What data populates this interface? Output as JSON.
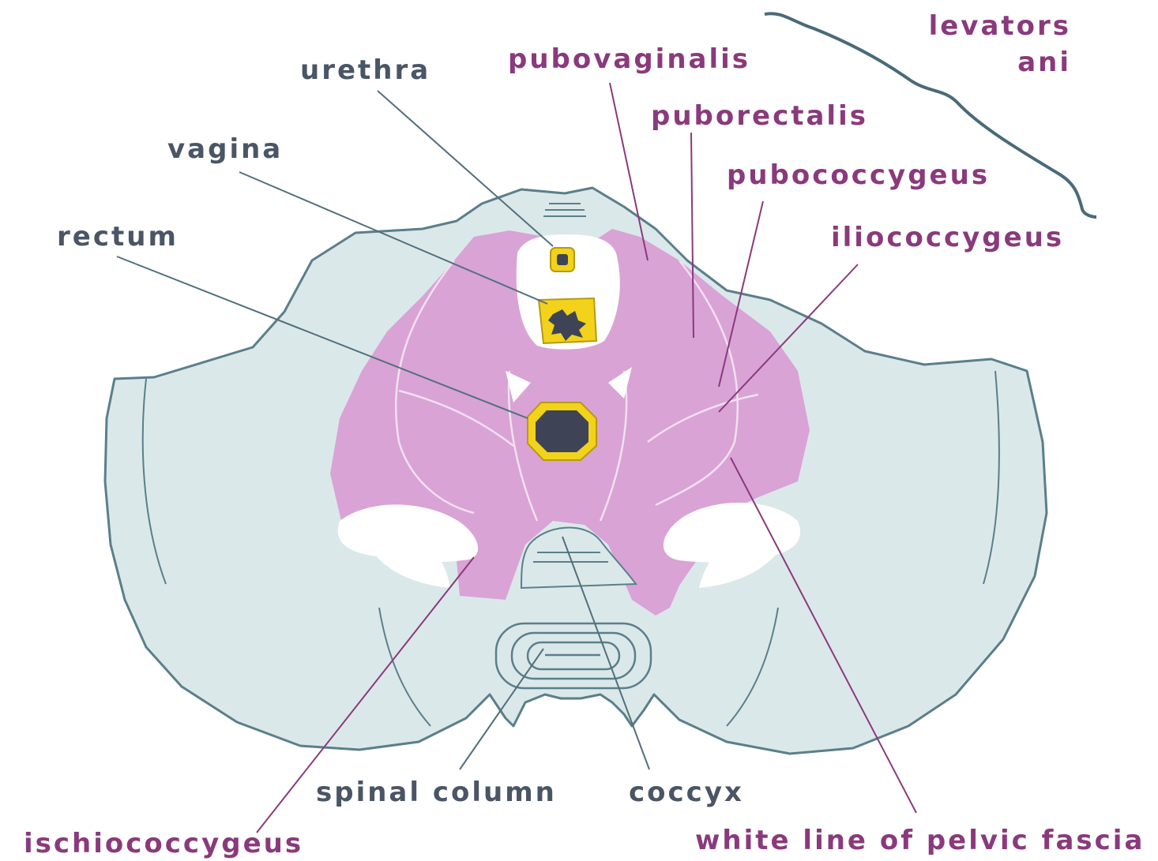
{
  "colors": {
    "bone": "#dbe8ea",
    "bone_outline": "#5a7f8a",
    "muscle": "#d9a3d6",
    "muscle_dark": "#c786c3",
    "opening_ring": "#f2d21b",
    "opening_fill": "#3e4455",
    "dark_label": "#4a5566",
    "muscle_label": "#8a3a7c"
  },
  "labels": {
    "urethra": "urethra",
    "vagina": "vagina",
    "rectum": "rectum",
    "pubovaginalis": "pubovaginalis",
    "puborectalis": "puborectalis",
    "pubococcygeus": "pubococcygeus",
    "iliococcygeus": "iliococcygeus",
    "levators_ani": [
      "levators",
      "ani"
    ],
    "spinal_column": "spinal column",
    "coccyx": "coccyx",
    "ischiococcygeus": "ischiococcygeus",
    "white_line": "white line of pelvic fascia"
  }
}
